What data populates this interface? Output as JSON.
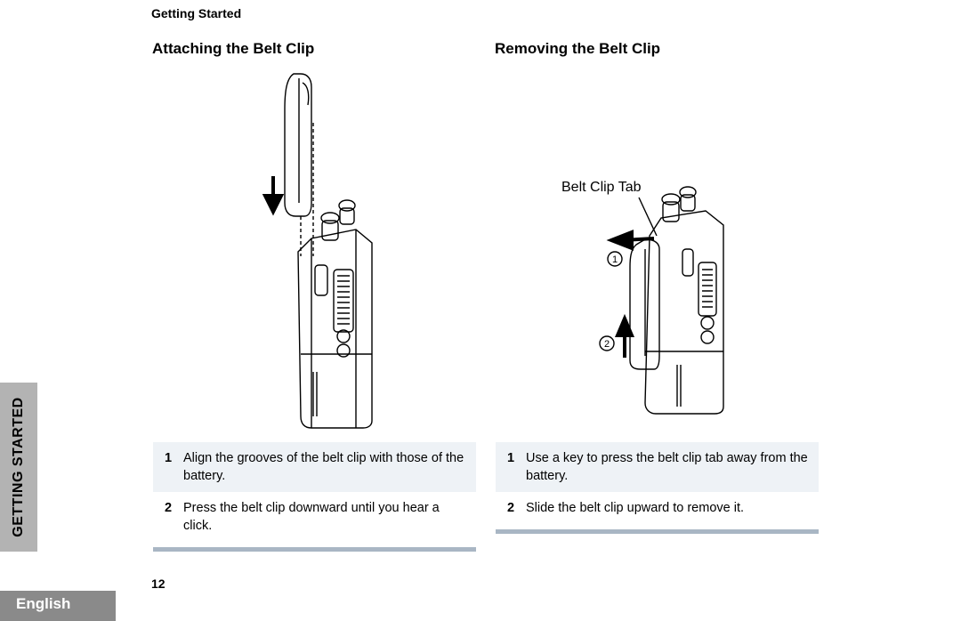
{
  "header": {
    "running_title": "Getting Started"
  },
  "sections": {
    "attach": {
      "title": "Attaching the Belt Clip",
      "steps": [
        {
          "num": "1",
          "text": "Align the grooves of the belt clip with those of the battery."
        },
        {
          "num": "2",
          "text": "Press the belt clip downward until you hear a click."
        }
      ]
    },
    "remove": {
      "title": "Removing the Belt Clip",
      "callout": "Belt Clip Tab",
      "markers": [
        "1",
        "2"
      ],
      "steps": [
        {
          "num": "1",
          "text": "Use a key to press the belt clip tab away from the battery."
        },
        {
          "num": "2",
          "text": "Slide the belt clip upward to remove it."
        }
      ]
    }
  },
  "side_tab": {
    "label": "GETTING STARTED"
  },
  "footer": {
    "page_number": "12",
    "language": "English"
  }
}
